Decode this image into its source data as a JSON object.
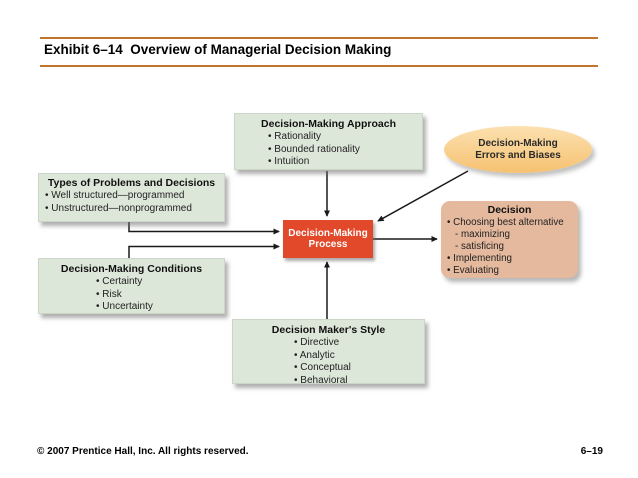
{
  "slide": {
    "title": "Exhibit 6–14  Overview of Managerial Decision Making",
    "footer_left": "© 2007 Prentice Hall, Inc. All rights reserved.",
    "footer_right": "6–19"
  },
  "colors": {
    "rule_orange": "#c1752a",
    "box_green": "#dde7d9",
    "process_red": "#e2492a",
    "decision_salmon": "#e5b99e",
    "ellipse_peach_top": "#fce1b0",
    "ellipse_peach_bottom": "#f6c171",
    "arrow": "#1a1a1a"
  },
  "diagram": {
    "approach": {
      "title": "Decision-Making Approach",
      "items": [
        "Rationality",
        "Bounded rationality",
        "Intuition"
      ]
    },
    "errors": {
      "line1": "Decision-Making",
      "line2": "Errors and Biases"
    },
    "types": {
      "title": "Types of Problems and Decisions",
      "items": [
        "Well structured—programmed",
        "Unstructured—nonprogrammed"
      ]
    },
    "process": {
      "line1": "Decision-Making",
      "line2": "Process"
    },
    "decision": {
      "title": "Decision",
      "items": [
        "Choosing best alternative",
        "maximizing",
        "satisficing",
        "Implementing",
        "Evaluating"
      ]
    },
    "conditions": {
      "title": "Decision-Making Conditions",
      "items": [
        "Certainty",
        "Risk",
        "Uncertainty"
      ]
    },
    "style": {
      "title": "Decision Maker's Style",
      "items": [
        "Directive",
        "Analytic",
        "Conceptual",
        "Behavioral"
      ]
    }
  }
}
